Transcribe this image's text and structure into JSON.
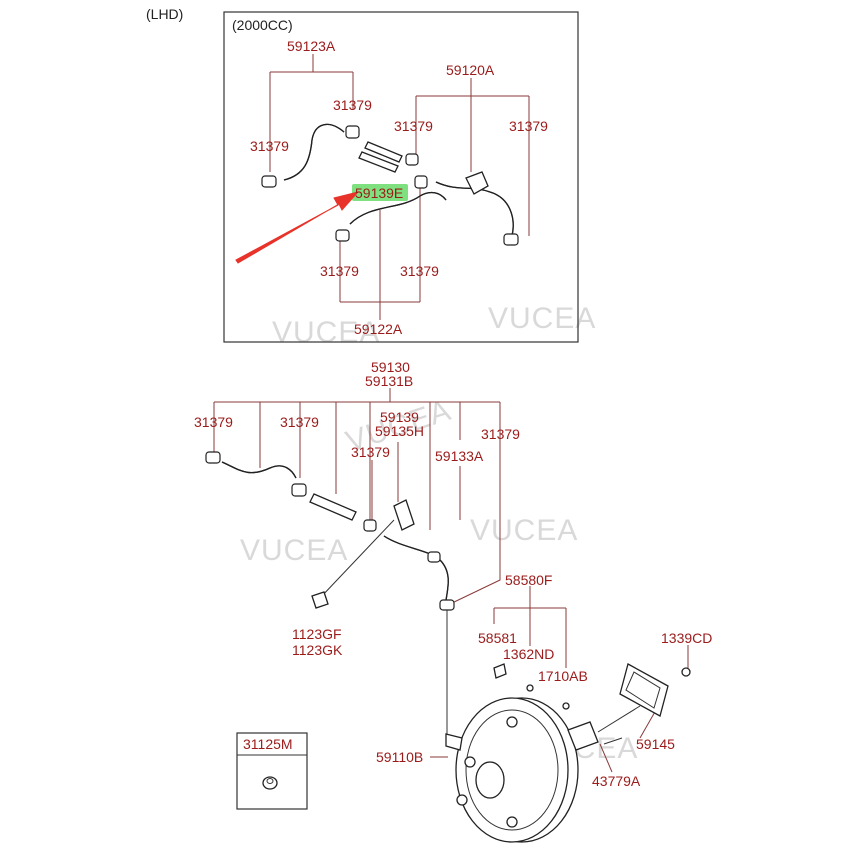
{
  "header": {
    "variant": "(LHD)",
    "engine": "(2000CC)"
  },
  "highlight_color": "#7fe07f",
  "arrow_color": "#e8332a",
  "label_color": "#9b1b1b",
  "watermark": "VUCEA",
  "labels": {
    "p59123A": "59123A",
    "p59120A": "59120A",
    "p31379_a": "31379",
    "p31379_b": "31379",
    "p31379_c": "31379",
    "p31379_d": "31379",
    "p59139E": "59139E",
    "p31379_e": "31379",
    "p31379_f": "31379",
    "p59122A": "59122A",
    "p59130": "59130",
    "p59131B": "59131B",
    "p31379_g": "31379",
    "p31379_h": "31379",
    "p59139": "59139",
    "p59135H": "59135H",
    "p31379_i": "31379",
    "p31379_j": "31379",
    "p59133A": "59133A",
    "p58580F": "58580F",
    "p1123GF": "1123GF",
    "p1123GK": "1123GK",
    "p58581": "58581",
    "p1362ND": "1362ND",
    "p1339CD": "1339CD",
    "p1710AB": "1710AB",
    "p31125M": "31125M",
    "p59145": "59145",
    "p59110B": "59110B",
    "p43779A": "43779A"
  }
}
